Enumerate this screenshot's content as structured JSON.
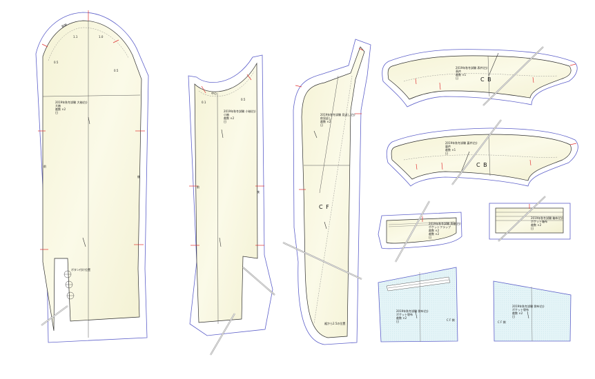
{
  "pieces": {
    "sleeve_top": {
      "info": [
        "2019年秋冬試験 大袖(白)",
        "大袖",
        "裁数 ×2",
        "日"
      ],
      "labels": [
        "1.1",
        "1.0",
        "0.5",
        "0.5"
      ],
      "side_marks": [
        "前",
        "後"
      ],
      "corner_label": "前袖",
      "button_label": "ボタン付け位置"
    },
    "sleeve_under": {
      "info": [
        "2019年秋冬試験 小袖(白)",
        "小袖",
        "裁数 ×2",
        "日"
      ],
      "labels": [
        "0.1",
        "0.5"
      ],
      "side_marks": [
        "前",
        "後"
      ],
      "corner_label": "中心"
    },
    "front_facing": {
      "info": [
        "2019年秋冬試験 見返し(白)",
        "前見返し",
        "裁数 ×2",
        "日"
      ],
      "cf_label": "C F",
      "bottom_label": "裾から2.5の位置"
    },
    "collar_top": {
      "info": [
        "2019年秋冬試験 表衿(白)",
        "表衿",
        "裁数 ×1",
        "日"
      ],
      "cb_label": "C B"
    },
    "collar_under": {
      "info": [
        "2019年秋冬試験 裏衿(白)",
        "裏衿",
        "裁数 ×1",
        "日"
      ],
      "cb_label": "C B"
    },
    "pocket_flap": {
      "info": [
        "2019年秋冬試験 雨蓋(白)",
        "ポケットフラップ",
        "裁数 ×2",
        "裁数 ×2",
        "日"
      ]
    },
    "welt": {
      "info": [
        "2019年秋冬試験 箱布(白)",
        "ポケット箱布",
        "裁数 ×2",
        "日"
      ]
    },
    "pocket_bag_left": {
      "info": [
        "2019年秋冬試験 袋布(白)",
        "ポケット袋布",
        "裁数 ×2",
        "日"
      ],
      "cf_label": "C F 側"
    },
    "pocket_bag_right": {
      "info": [
        "2019年秋冬試験 袋布(白)",
        "ポケット袋布",
        "裁数 ×2",
        "日"
      ],
      "cf_label": "C F 側"
    }
  },
  "colors": {
    "fabric": "#f8f7e0",
    "lining": "#e3f3f6",
    "seam_outline": "#5b5ec9",
    "cut_line": "#2a2a2a",
    "notch": "#e03030",
    "grain": "#888888"
  }
}
